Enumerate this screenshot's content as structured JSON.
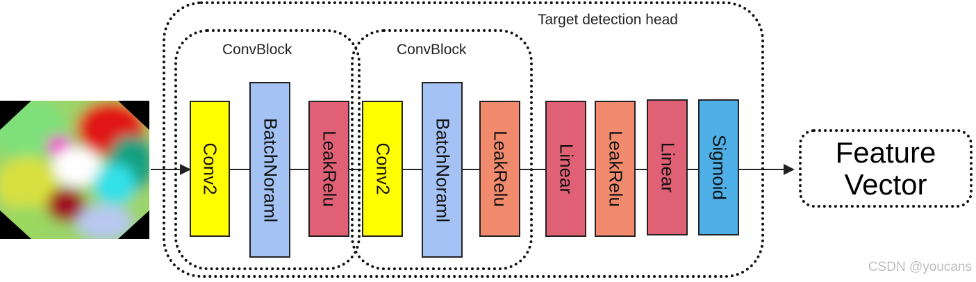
{
  "groups": {
    "head_label": "Target detection head",
    "convblock1_label": "ConvBlock",
    "convblock2_label": "ConvBlock"
  },
  "layers": [
    {
      "label": "Conv2",
      "color": "#ffff00"
    },
    {
      "label": "BatchNoraml",
      "color": "#a4c2f4"
    },
    {
      "label": "LeakRelu",
      "color": "#e06075"
    },
    {
      "label": "Conv2",
      "color": "#ffff00"
    },
    {
      "label": "BatchNoraml",
      "color": "#a4c2f4"
    },
    {
      "label": "LeakRelu",
      "color": "#f28b6e"
    },
    {
      "label": "Linear",
      "color": "#e06075"
    },
    {
      "label": "LeakRelu",
      "color": "#f28b6e"
    },
    {
      "label": "Linear",
      "color": "#e06075"
    },
    {
      "label": "Sigmoid",
      "color": "#4fb0e8"
    }
  ],
  "output": {
    "line1": "Feature",
    "line2": "Vector"
  },
  "watermark": "CSDN @youcans"
}
